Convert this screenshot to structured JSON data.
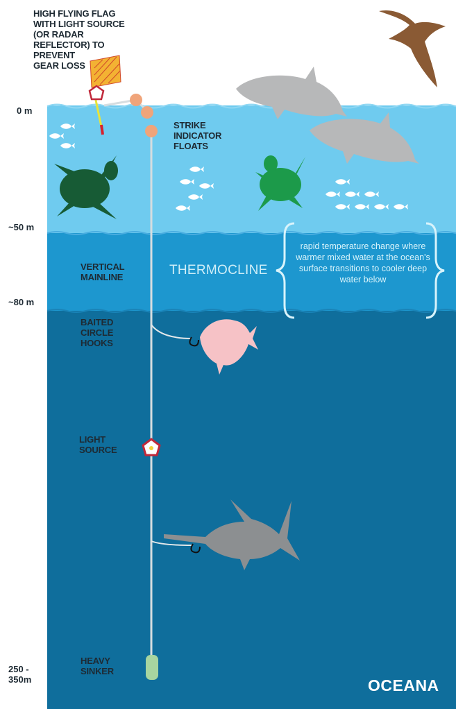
{
  "labels": {
    "flag": "HIGH FLYING FLAG\nWITH LIGHT SOURCE\n(OR RADAR\nREFLECTOR) TO\nPREVENT\nGEAR LOSS",
    "floats": "STRIKE\nINDICATOR\nFLOATS",
    "mainline": "VERTICAL\nMAINLINE",
    "thermocline": "THERMOCLINE",
    "thermocline_desc": "rapid temperature change where warmer mixed water at the ocean's surface transitions to cooler deep water below",
    "hooks": "BAITED\nCIRCLE\nHOOKS",
    "light": "LIGHT\nSOURCE",
    "sinker": "HEAVY\nSINKER"
  },
  "depths": [
    "0 m",
    "~50 m",
    "~80 m",
    "250 -\n350m"
  ],
  "logo": "OCEANA",
  "colors": {
    "surface_water": "#6fcbef",
    "thermocline_water": "#1d97cf",
    "deep_water": "#0f6e9c",
    "float": "#f0a47a",
    "sinker": "#a7d5a0",
    "flag": "#f3b233",
    "marker_outline": "#c0283a"
  },
  "icons": [
    "bird-icon",
    "dolphin-icon",
    "sea-turtle-icon",
    "fish-school-icon",
    "opah-fish-icon",
    "swordfish-icon",
    "hook-icon",
    "flag-icon"
  ]
}
